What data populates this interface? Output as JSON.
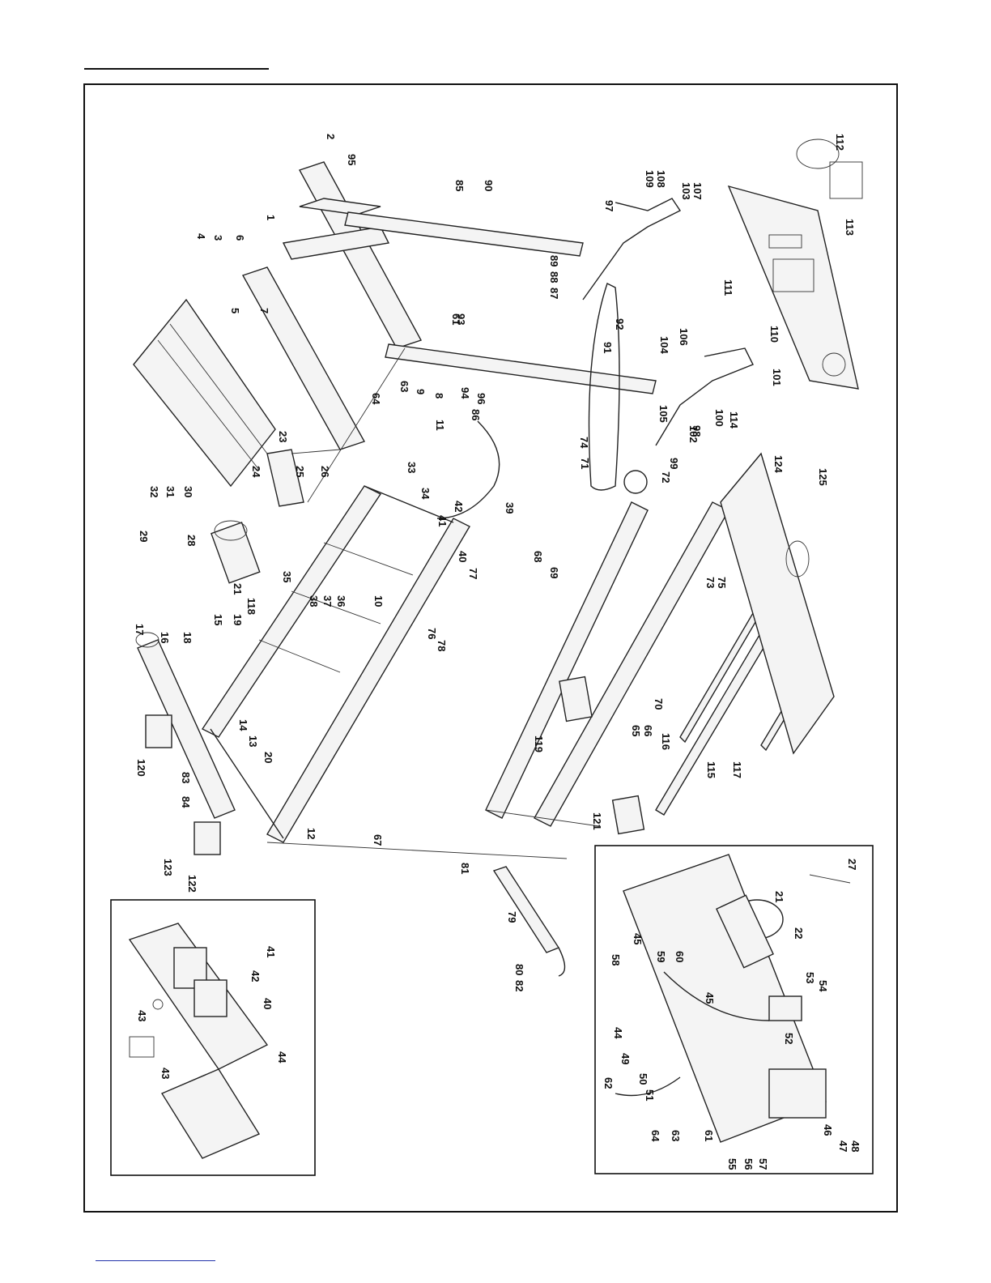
{
  "diagram": {
    "main_labels": [
      "1",
      "2",
      "3",
      "4",
      "5",
      "6",
      "7",
      "8",
      "9",
      "10",
      "11",
      "12",
      "13",
      "14",
      "15",
      "16",
      "17",
      "18",
      "19",
      "20",
      "21",
      "23",
      "24",
      "25",
      "26",
      "28",
      "29",
      "30",
      "31",
      "32",
      "33",
      "34",
      "35",
      "36",
      "37",
      "38",
      "39",
      "40",
      "41",
      "42",
      "61",
      "63",
      "64",
      "65",
      "66",
      "67",
      "68",
      "69",
      "70",
      "71",
      "72",
      "73",
      "74",
      "75",
      "76",
      "77",
      "78",
      "79",
      "80",
      "81",
      "82",
      "83",
      "84",
      "85",
      "86",
      "87",
      "88",
      "89",
      "90",
      "91",
      "92",
      "93",
      "94",
      "95",
      "96",
      "97",
      "98",
      "99",
      "100",
      "101",
      "102",
      "103",
      "104",
      "105",
      "106",
      "107",
      "108",
      "109",
      "110",
      "111",
      "112",
      "113",
      "114",
      "115",
      "116",
      "117",
      "118",
      "119",
      "120",
      "121",
      "122",
      "123",
      "124",
      "125"
    ],
    "inset_left_labels": [
      "40",
      "41",
      "42",
      "43",
      "43",
      "44"
    ],
    "inset_right_labels": [
      "21",
      "22",
      "27",
      "44",
      "45",
      "45",
      "46",
      "47",
      "48",
      "49",
      "50",
      "51",
      "52",
      "53",
      "54",
      "55",
      "56",
      "57",
      "58",
      "59",
      "60",
      "61",
      "62",
      "63",
      "64"
    ]
  }
}
